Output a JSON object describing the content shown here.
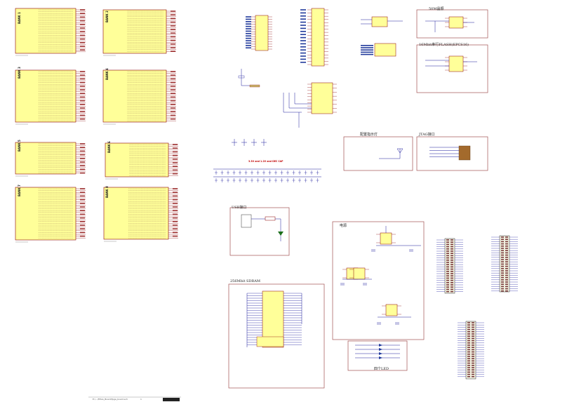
{
  "bank_labels": [
    "BANK 1",
    "BANK 2",
    "BANK 3",
    "BANK 4",
    "BANK 5",
    "BANK 6",
    "BANK 7",
    "BANK 8"
  ],
  "section_titles": {
    "osc": "50M晶振",
    "flash": "16Mbit串行FLASH(EPCS16)",
    "sdram": "256Mbit SDRAM",
    "power": "电源",
    "usb": "USB接口",
    "jtag": "JTAG接口",
    "led_port": "配置指示灯",
    "leds": "四个LED",
    "rails": "3.3V and 1.2V and DEC CAP"
  },
  "footer": {
    "path": "E:\\...\\FPGA_Board\\fpga_board.sch",
    "sheet": "1"
  },
  "colors": {
    "chip_fill": "#ffff99",
    "chip_stroke": "#8b0000",
    "wire": "#1a1a9c",
    "pin": "#8b0000",
    "box": "#a05050",
    "net_red": "#c00000"
  }
}
